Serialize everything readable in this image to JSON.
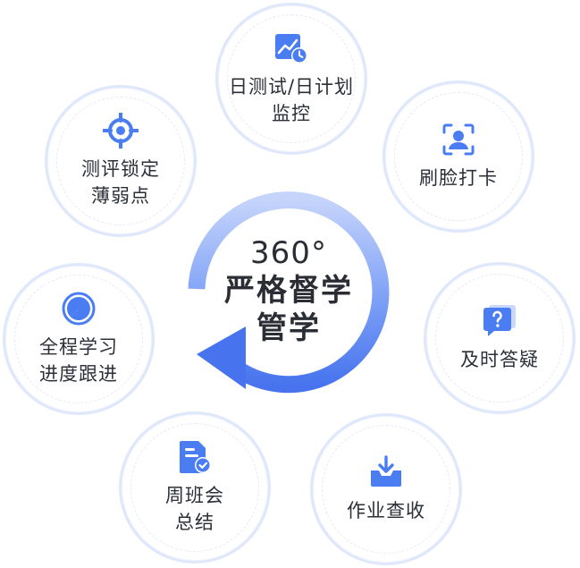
{
  "center": {
    "line1": "360°",
    "line2": "严格督学",
    "line3": "管学"
  },
  "nodes": [
    {
      "id": "daily-plan",
      "icon": "chart-clock-icon",
      "line1": "日测试/日计划",
      "line2": "监控"
    },
    {
      "id": "face-checkin",
      "icon": "face-scan-icon",
      "line1": "刷脸打卡",
      "line2": ""
    },
    {
      "id": "qa",
      "icon": "question-bubble-icon",
      "line1": "及时答疑",
      "line2": ""
    },
    {
      "id": "homework",
      "icon": "download-tray-icon",
      "line1": "作业查收",
      "line2": ""
    },
    {
      "id": "weekly",
      "icon": "document-check-icon",
      "line1": "周班会",
      "line2": "总结"
    },
    {
      "id": "progress",
      "icon": "pie-progress-icon",
      "line1": "全程学习",
      "line2": "进度跟进"
    },
    {
      "id": "assessment",
      "icon": "target-icon",
      "line1": "测评锁定",
      "line2": "薄弱点"
    }
  ],
  "colors": {
    "accent": "#4a7df2",
    "ring_light": "#dfe7fb",
    "arrow_light": "#c2d2fa"
  }
}
